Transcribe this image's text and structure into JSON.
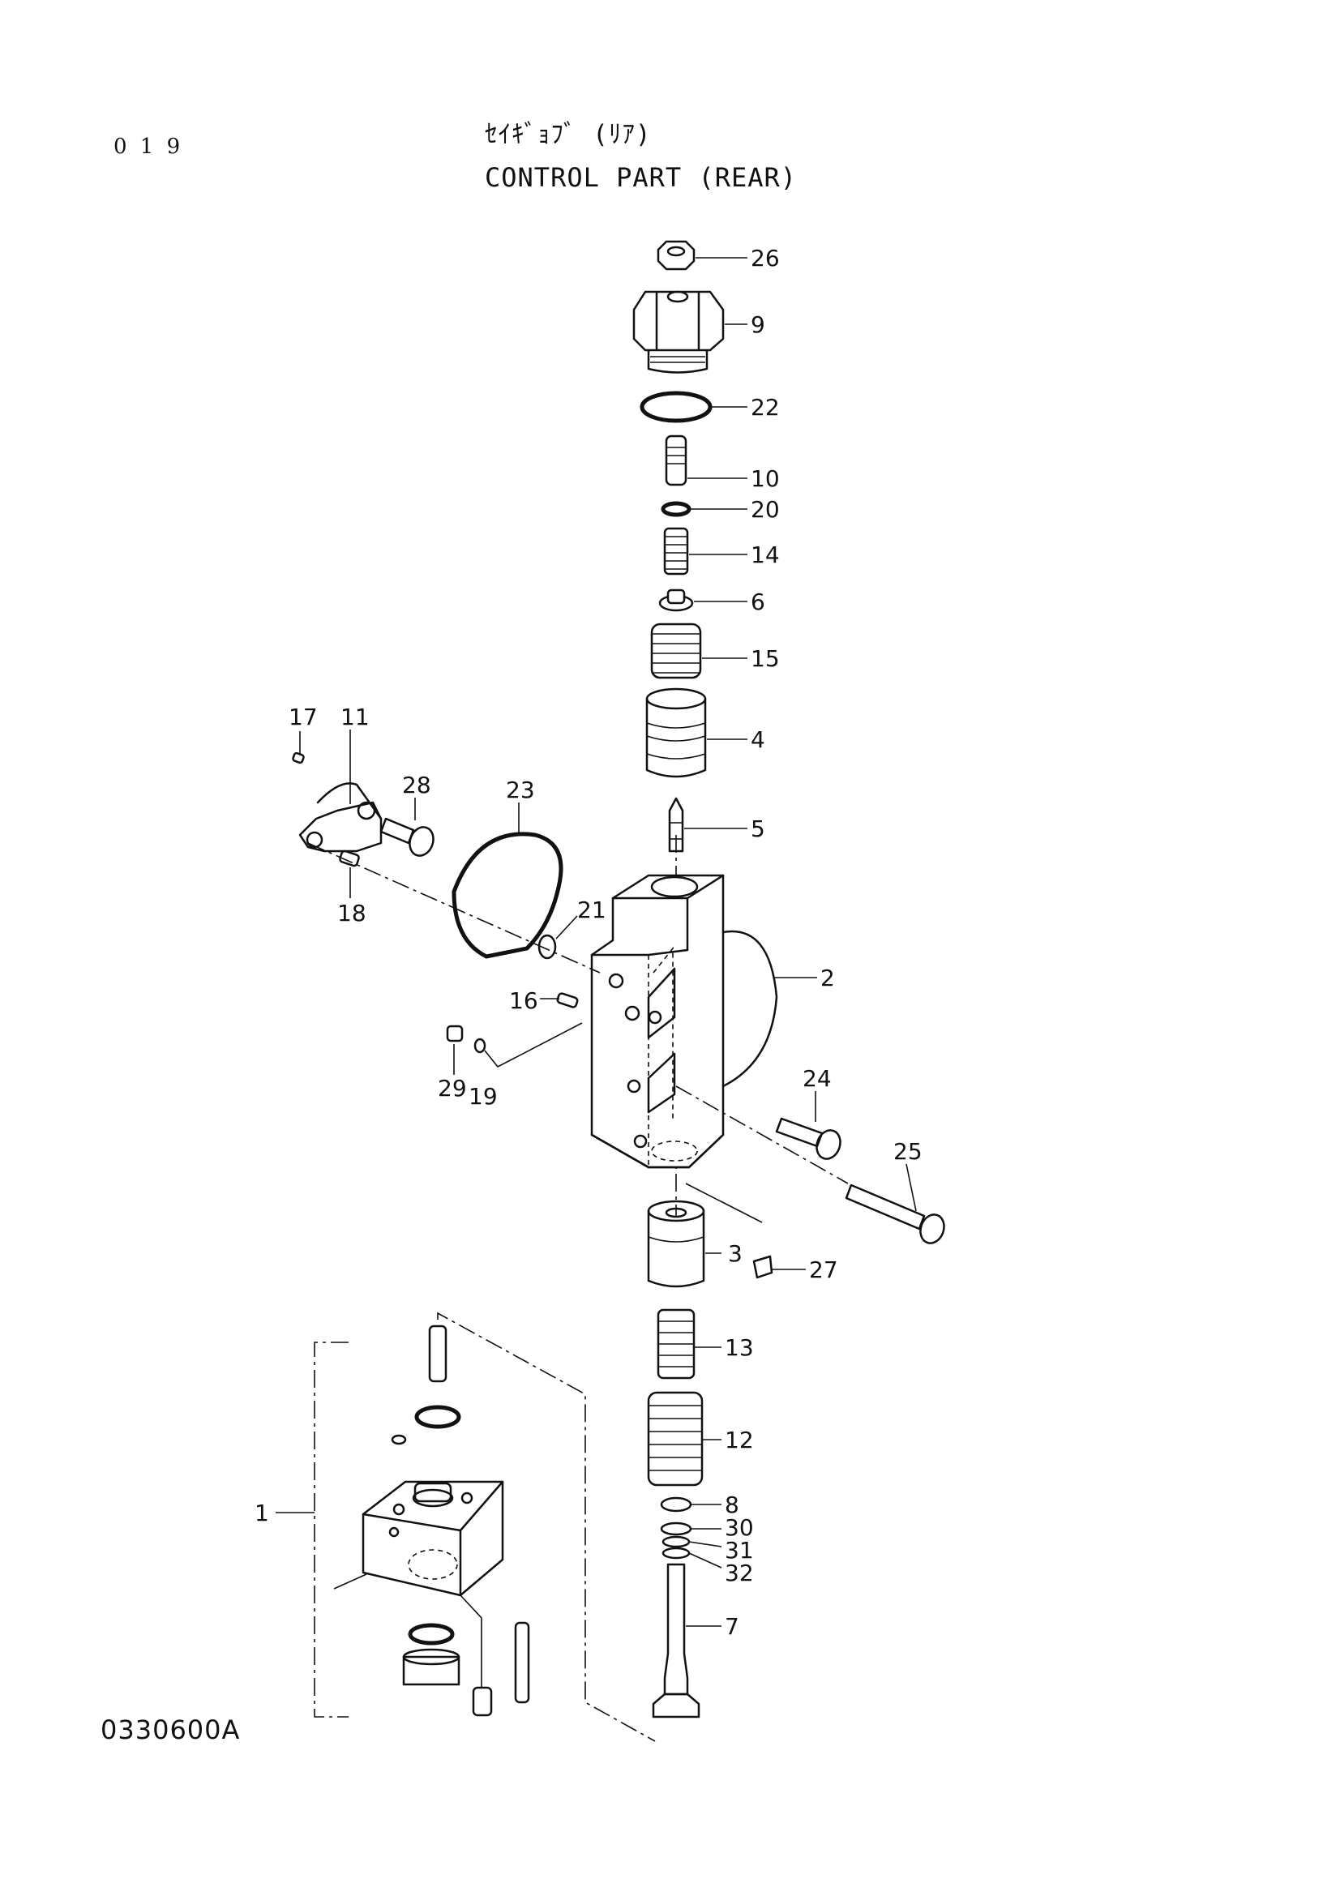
{
  "page_number": "0 1 9",
  "title_japanese": "ｾｲｷﾞｮﾌﾞ (ﾘｱ)",
  "title_english": "CONTROL PART (REAR)",
  "figure_code": "0330600A",
  "callouts": [
    "26",
    "9",
    "22",
    "10",
    "20",
    "14",
    "6",
    "15",
    "4",
    "5",
    "2",
    "17",
    "11",
    "28",
    "23",
    "18",
    "21",
    "16",
    "29",
    "19",
    "24",
    "25",
    "3",
    "27",
    "13",
    "12",
    "8",
    "30",
    "31",
    "32",
    "7",
    "1"
  ]
}
